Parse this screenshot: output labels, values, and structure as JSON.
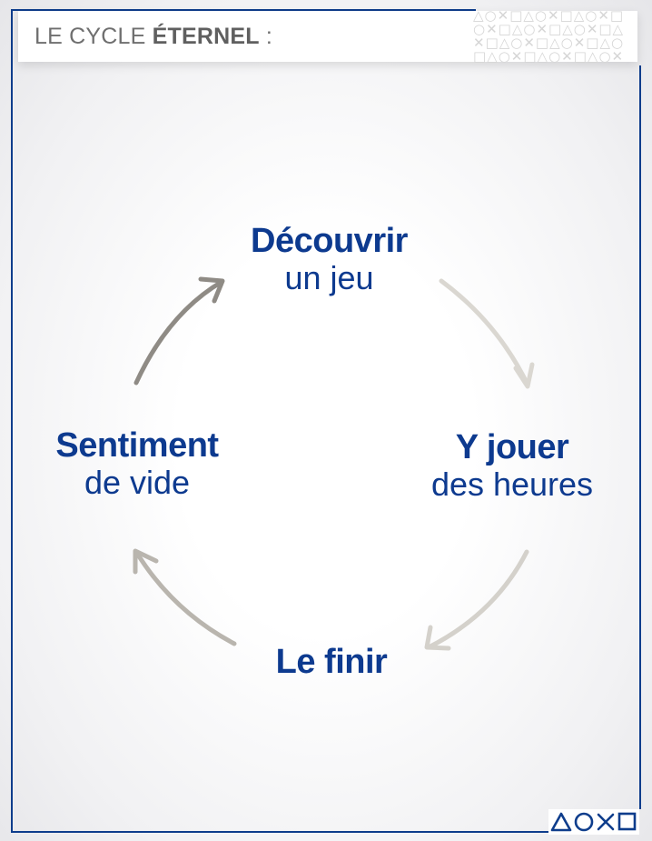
{
  "header": {
    "title_light": "LE CYCLE ",
    "title_bold": "ÉTERNEL",
    "title_colon": " :"
  },
  "pattern": {
    "rows": [
      "△○✕□△○✕□△○✕□",
      "○✕□△○✕□△○✕□△",
      "✕□△○✕□△○✕□△○",
      "□△○✕□△○✕□△○✕"
    ]
  },
  "cycle": {
    "nodes": [
      {
        "line1": "Découvrir",
        "line2": "un jeu"
      },
      {
        "line1": "Y jouer",
        "line2": "des heures"
      },
      {
        "line1": "Le finir",
        "line2": ""
      },
      {
        "line1": "Sentiment",
        "line2": "de vide"
      }
    ]
  },
  "colors": {
    "frame": "#0e3d8c",
    "node_text": "#0d3a8f",
    "arrow_dark": "#8f8b85",
    "arrow_light": "#dad7d1"
  },
  "icons": [
    "triangle-icon",
    "circle-icon",
    "cross-icon",
    "square-icon"
  ]
}
